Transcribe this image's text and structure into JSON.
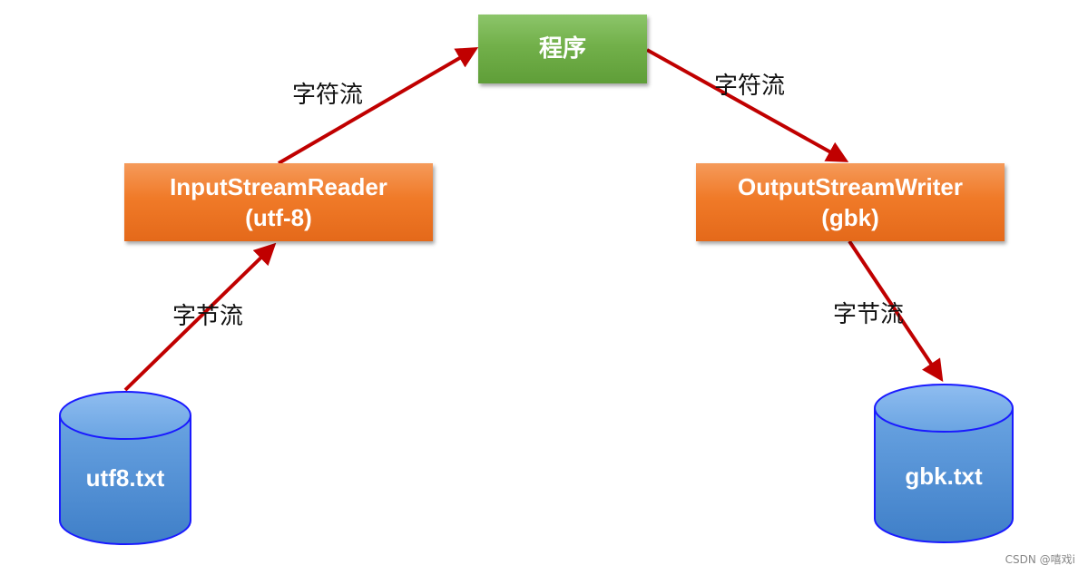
{
  "program_box": {
    "label": "程序",
    "color": "#6fb043"
  },
  "reader_box": {
    "line1": "InputStreamReader",
    "line2": "(utf-8)",
    "color": "#f07a28"
  },
  "writer_box": {
    "line1": "OutputStreamWriter",
    "line2": "(gbk)",
    "color": "#f07a28"
  },
  "edges": {
    "char_stream_left": "字符流",
    "char_stream_right": "字符流",
    "byte_stream_left": "字节流",
    "byte_stream_right": "字节流",
    "arrow_color": "#c00000"
  },
  "source_file": {
    "name": "utf8.txt",
    "color": "#4f8fd6"
  },
  "target_file": {
    "name": "gbk.txt",
    "color": "#4f8fd6"
  },
  "watermark": "CSDN @嘻戏i"
}
